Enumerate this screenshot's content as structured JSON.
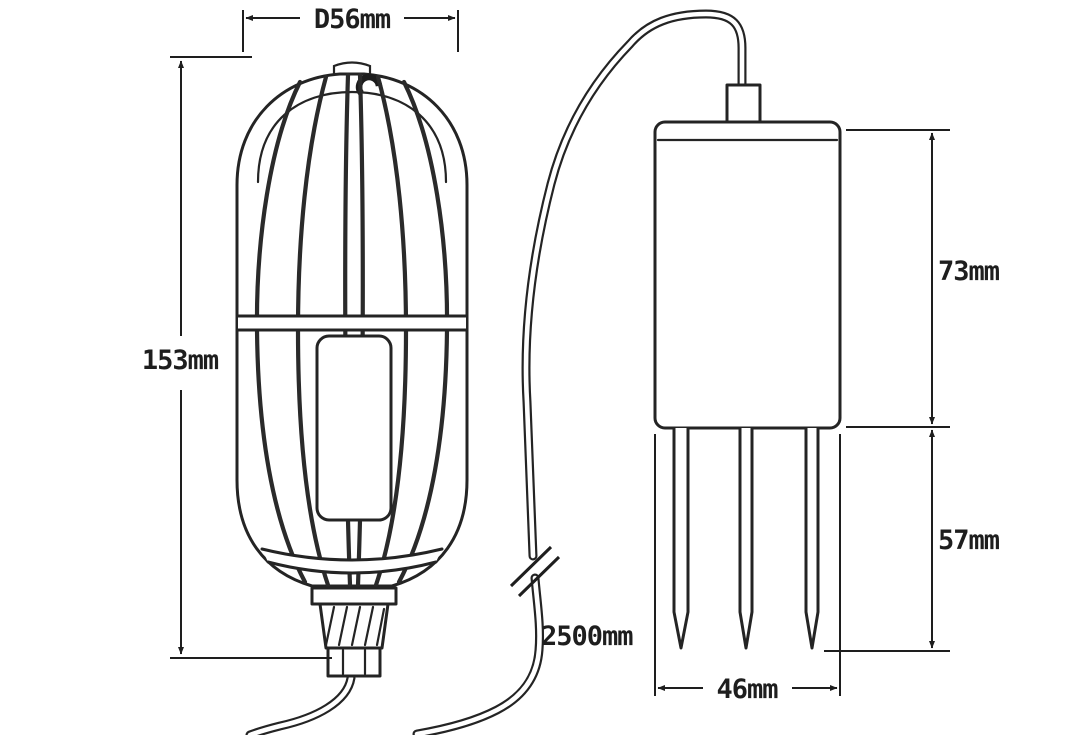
{
  "diagram": {
    "type": "technical-dimension-drawing",
    "subject": "caged work lamp with cable-connected ground spike unit",
    "labels": {
      "diameter": "D56mm",
      "height": "153mm",
      "cable_length": "2500mm",
      "body_height": "73mm",
      "spike_length": "57mm",
      "body_width": "46mm"
    },
    "colors": {
      "line": "#242424",
      "background": "#ffffff"
    }
  }
}
